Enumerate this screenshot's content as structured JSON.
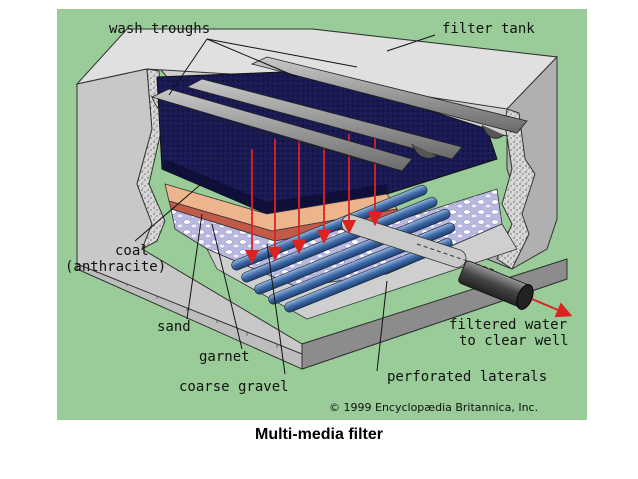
{
  "figure": {
    "background_color": "#99cc99",
    "labels": {
      "wash_troughs": "wash troughs",
      "filter_tank": "filter tank",
      "coal": "coal",
      "anthracite": "(anthracite)",
      "sand": "sand",
      "garnet": "garnet",
      "coarse_gravel": "coarse gravel",
      "perforated_laterals": "perforated laterals",
      "filtered_water_line1": "filtered water",
      "filtered_water_line2": "to clear well"
    },
    "copyright": "© 1999 Encyclopædia Britannica, Inc."
  },
  "caption": "Multi-media filter"
}
